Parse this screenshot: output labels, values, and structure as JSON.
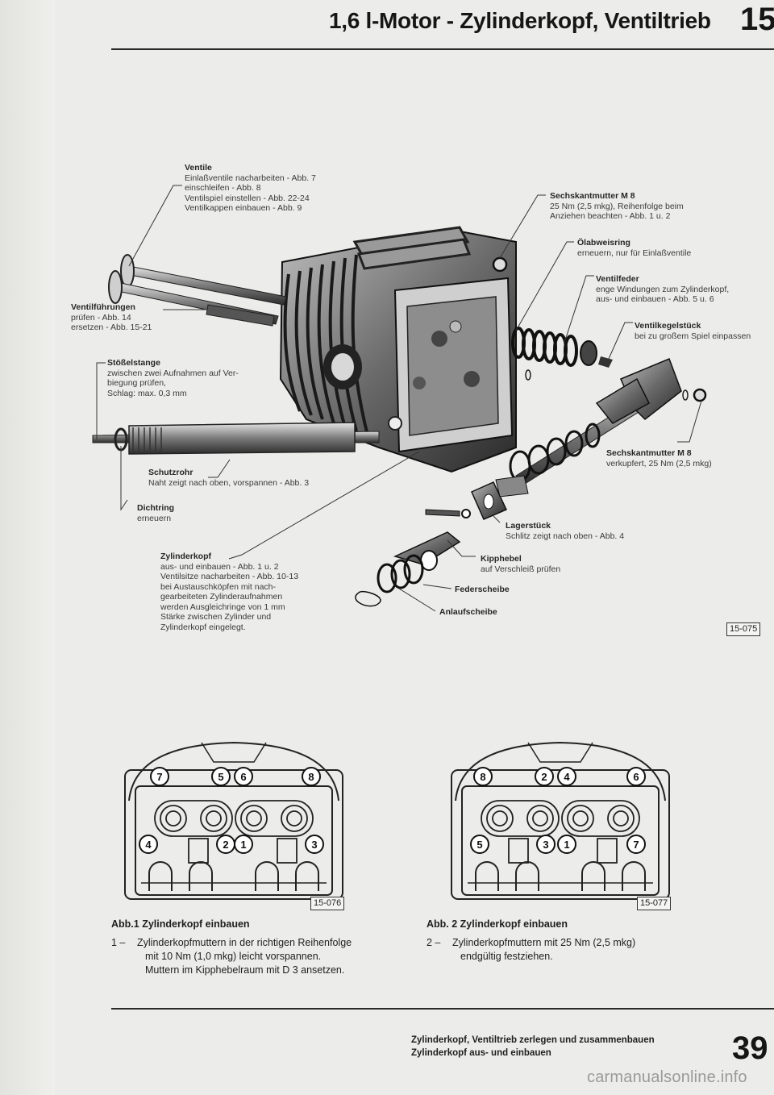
{
  "header": {
    "title": "1,6 l-Motor - Zylinderkopf, Ventiltrieb",
    "chapter": "15"
  },
  "labels": {
    "ventile": {
      "title": "Ventile",
      "lines": [
        "Einlaßventile nacharbeiten - Abb. 7",
        "einschleifen - Abb. 8",
        "Ventilspiel einstellen - Abb. 22-24",
        "Ventilkappen einbauen - Abb. 9"
      ]
    },
    "sechskant_top": {
      "title": "Sechskantmutter M 8",
      "lines": [
        "25 Nm (2,5 mkg), Reihenfolge beim",
        "Anziehen beachten - Abb. 1 u. 2"
      ]
    },
    "oelabweisring": {
      "title": "Ölabweisring",
      "lines": [
        "erneuern, nur für Einlaßventile"
      ]
    },
    "ventilfeder": {
      "title": "Ventilfeder",
      "lines": [
        "enge Windungen zum Zylinderkopf,",
        "aus- und einbauen - Abb. 5 u. 6"
      ]
    },
    "ventilfuehrungen": {
      "title": "Ventilführungen",
      "lines": [
        "prüfen - Abb. 14",
        "ersetzen - Abb. 15-21"
      ]
    },
    "ventilkegelstueck": {
      "title": "Ventilkegelstück",
      "lines": [
        "bei zu großem Spiel einpassen"
      ]
    },
    "stoesselstange": {
      "title": "Stößelstange",
      "lines": [
        "zwischen zwei Aufnahmen auf Ver-",
        "biegung prüfen,",
        "Schlag: max. 0,3 mm"
      ]
    },
    "sechskant_right": {
      "title": "Sechskantmutter M 8",
      "lines": [
        "verkupfert, 25 Nm (2,5 mkg)"
      ]
    },
    "schutzrohr": {
      "title": "Schutzrohr",
      "lines": [
        "Naht zeigt nach oben, vorspannen - Abb. 3"
      ]
    },
    "dichtring": {
      "title": "Dichtring",
      "lines": [
        "erneuern"
      ]
    },
    "lagerstueck": {
      "title": "Lagerstück",
      "lines": [
        "Schlitz zeigt nach oben - Abb. 4"
      ]
    },
    "zylinderkopf": {
      "title": "Zylinderkopf",
      "lines": [
        "aus- und einbauen - Abb. 1 u. 2",
        "Ventilsitze nacharbeiten - Abb. 10-13",
        "bei Austauschköpfen mit nach-",
        "gearbeiteten Zylinderaufnahmen",
        "werden Ausgleichringe von 1 mm",
        "Stärke zwischen Zylinder und",
        "Zylinderkopf eingelegt."
      ]
    },
    "kipphebel": {
      "title": "Kipphebel",
      "lines": [
        "auf Verschleiß prüfen"
      ]
    },
    "federscheibe": {
      "title": "Federscheibe",
      "lines": []
    },
    "anlaufscheibe": {
      "title": "Anlaufscheibe",
      "lines": []
    }
  },
  "figrefs": {
    "main": "15-075",
    "fig1": "15-076",
    "fig2": "15-077"
  },
  "fig1": {
    "nut_numbers": [
      "7",
      "5",
      "6",
      "8",
      "4",
      "2",
      "1",
      "3"
    ]
  },
  "fig2": {
    "nut_numbers": [
      "8",
      "2",
      "4",
      "6",
      "5",
      "3",
      "1",
      "7"
    ]
  },
  "captions": {
    "abb1": {
      "title": "Abb.1   Zylinderkopf  einbauen",
      "num": "1  –",
      "text": "Zylinderkopfmuttern in der richtigen Reihenfolge",
      "lines": [
        "mit 10 Nm (1,0 mkg) leicht vorspannen.",
        "Muttern im Kipphebelraum mit D 3 ansetzen."
      ]
    },
    "abb2": {
      "title": "Abb. 2   Zylinderkopf einbauen",
      "num": "2  –",
      "text": "Zylinderkopfmuttern mit 25 Nm (2,5 mkg)",
      "lines": [
        "endgültig festziehen."
      ]
    }
  },
  "footer": {
    "line1": "Zylinderkopf, Ventiltrieb zerlegen und zusammenbauen",
    "line2": "Zylinderkopf aus- und einbauen",
    "page": "39"
  },
  "watermark": "carmanualsonline.info"
}
